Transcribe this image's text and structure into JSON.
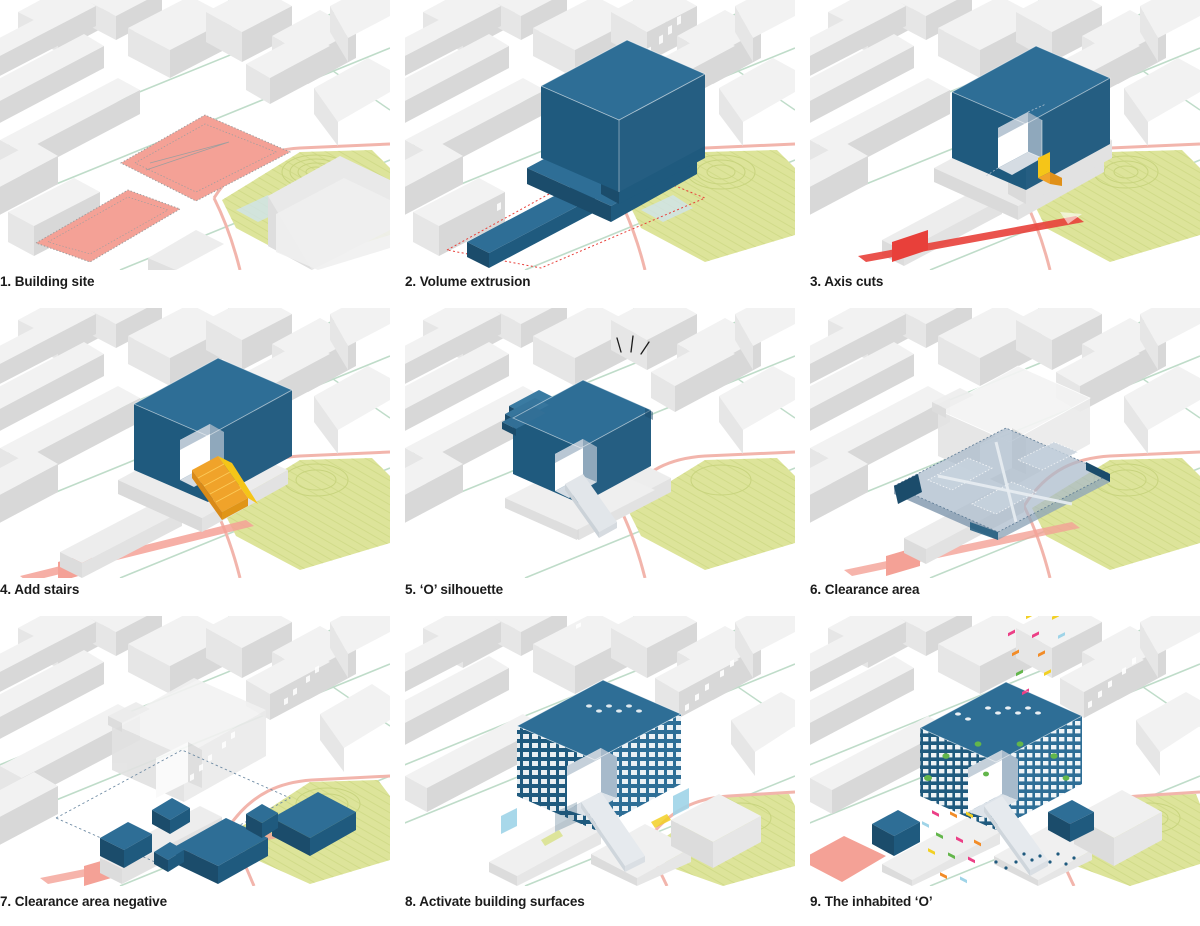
{
  "document": {
    "kind": "architectural-process-diagram",
    "layout": {
      "columns": 3,
      "rows": 3,
      "panel_count": 9
    },
    "background_color": "#ffffff",
    "caption_color": "#1b1b1b"
  },
  "palette": {
    "blue_top": "#2E6E96",
    "blue_front": "#1F5A7E",
    "blue_side": "#2A6A91",
    "blue_dark": "#1B4C6B",
    "blue_ghost": "#8FA8BC",
    "salmon": "#F4A196",
    "salmon_light": "#F7B9AF",
    "red_bright": "#E8403A",
    "orange": "#F0A32A",
    "yellow": "#F5C518",
    "park_green": "#DDE49A",
    "park_green_dark": "#C8D47E",
    "street_green": "#BFDCC9",
    "road_pink": "#F2B5AC",
    "city_light": "#F2F2F2",
    "city_mid": "#E6E6E6",
    "city_shadow": "#D8D8D8",
    "city_dark": "#CCCCCC",
    "white": "#FFFFFF",
    "accent_pink": "#EC3F86",
    "accent_green": "#63B64B",
    "accent_orange": "#F28C28",
    "accent_yellow": "#F2D024",
    "accent_cyan": "#9FD4E8"
  },
  "panels": [
    {
      "index": "1",
      "number": "1.",
      "title": "Building site",
      "caption": "1. Building site",
      "description": "Isometric city block with the project site highlighted in salmon with dotted outlines.",
      "highlights": [
        "site-plot-upper",
        "site-plot-lower"
      ],
      "highlight_color": "#F4A196"
    },
    {
      "index": "2",
      "number": "2.",
      "title": "Volume extrusion",
      "caption": "2. Volume extrusion",
      "description": "A solid blue mass is extruded over the site footprint with dotted red site boundary.",
      "highlights": [
        "extruded-volume",
        "perimeter-bar"
      ],
      "highlight_color": "#1F5A7E"
    },
    {
      "index": "3",
      "number": "3.",
      "title": "Axis cuts",
      "caption": "3. Axis cuts",
      "description": "A rectangular void is cut through the blue volume along the urban axis; red axis line and yellow stair marker.",
      "highlights": [
        "void-cut",
        "axis-line",
        "stair-marker"
      ],
      "highlight_color": "#E8403A"
    },
    {
      "index": "4",
      "number": "4.",
      "title": "Add stairs",
      "caption": "4. Add stairs",
      "description": "An orange monumental stair is inserted descending from the void toward the street.",
      "highlights": [
        "orange-stair"
      ],
      "highlight_color": "#F0A32A"
    },
    {
      "index": "5",
      "number": "5.",
      "title": "'O' silhouette",
      "caption": "5. ‘O’ silhouette",
      "description": "The volume is sculpted with terraced steps and rounded corners into the O shape, marked with a sparkle.",
      "highlights": [
        "terraced-roof",
        "sparkle"
      ],
      "highlight_color": "#1F5A7E"
    },
    {
      "index": "6",
      "number": "6.",
      "title": "Clearance area",
      "caption": "6. Clearance area",
      "description": "The O volume is ghosted white and a translucent blue clearance platform is shown at ground level.",
      "highlights": [
        "clearance-platform",
        "ghost-volume"
      ],
      "highlight_color": "#8FA8BC"
    },
    {
      "index": "7",
      "number": "7.",
      "title": "Clearance area negative",
      "caption": "7. Clearance area negative",
      "description": "Existing dark blue buildings to be removed are shown inside the ghosted O outline.",
      "highlights": [
        "existing-buildings",
        "dashed-clearance-outline"
      ],
      "highlight_color": "#1B4C6B"
    },
    {
      "index": "8",
      "number": "8.",
      "title": "Activate building surfaces",
      "caption": "8. Activate building surfaces",
      "description": "The blue O building is clad in a white window grid facade with ramps and surrounding blocks.",
      "highlights": [
        "window-grid-facade",
        "ramp"
      ],
      "highlight_color": "#1F5A7E"
    },
    {
      "index": "9",
      "number": "9.",
      "title": "The inhabited 'O'",
      "caption": "9. The inhabited ‘O’",
      "description": "The finished building populated with colorful awnings, balconies, plants and people.",
      "highlights": [
        "colored-balconies",
        "people",
        "trees"
      ],
      "highlight_color": "#EC3F86"
    }
  ]
}
